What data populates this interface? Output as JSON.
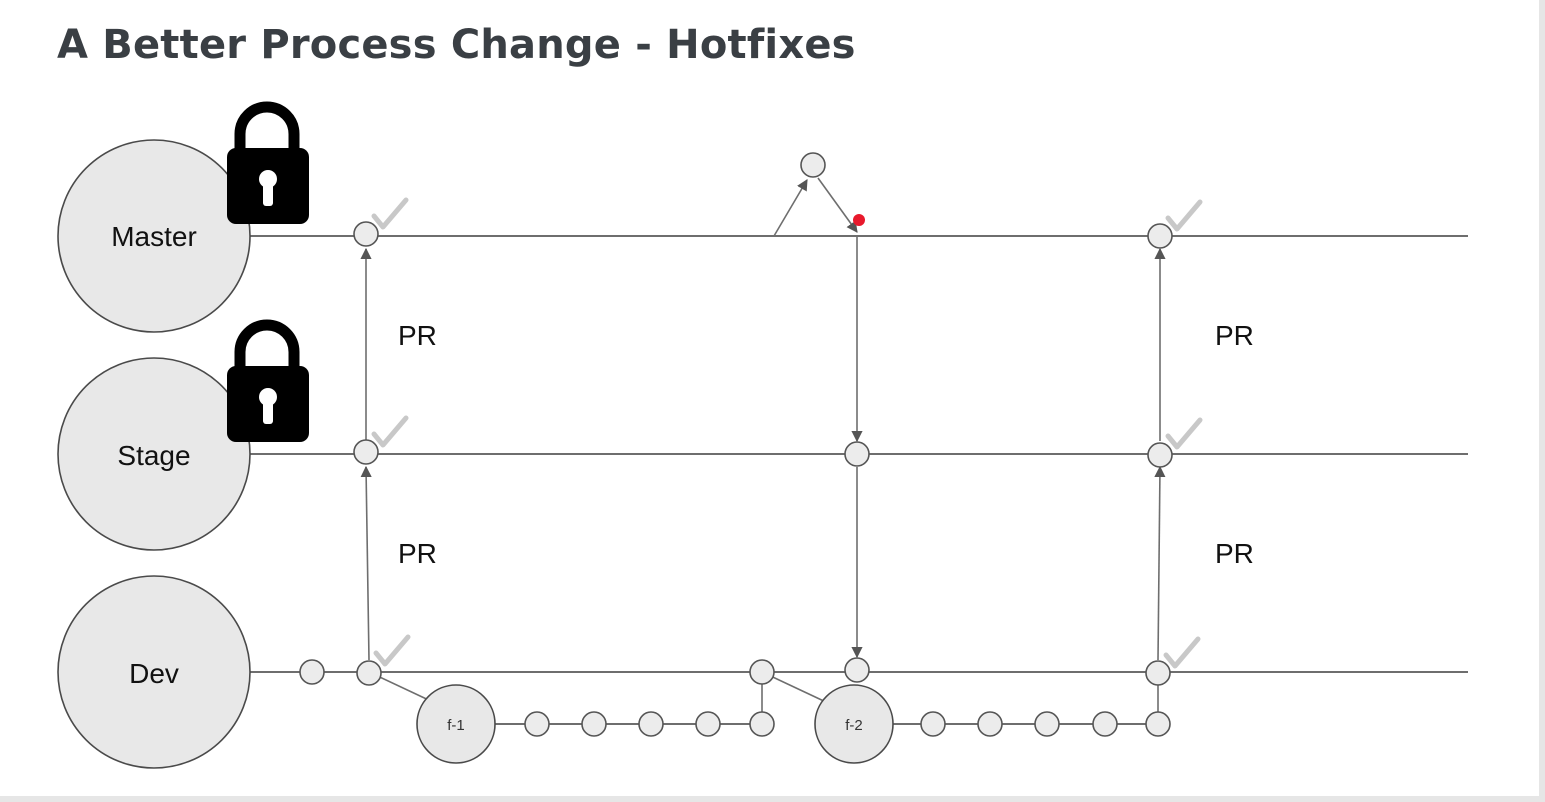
{
  "slide": {
    "title": "A Better Process Change - Hotfixes"
  },
  "branches": {
    "master": "Master",
    "stage": "Stage",
    "dev": "Dev"
  },
  "pr_labels": {
    "left_upper": "PR",
    "left_lower": "PR",
    "right_upper": "PR",
    "right_lower": "PR"
  },
  "features": {
    "f1": "f-1",
    "f2": "f-2"
  },
  "icons": {
    "lock": "lock-icon",
    "check": "check-icon",
    "hotfix_marker": "red-dot"
  },
  "colors": {
    "title": "#3a3f44",
    "line": "#6e6e6e",
    "node_fill": "#ececec",
    "lock": "#000000",
    "check": "#c8c8c8",
    "hotfix_marker": "#e8192c"
  }
}
